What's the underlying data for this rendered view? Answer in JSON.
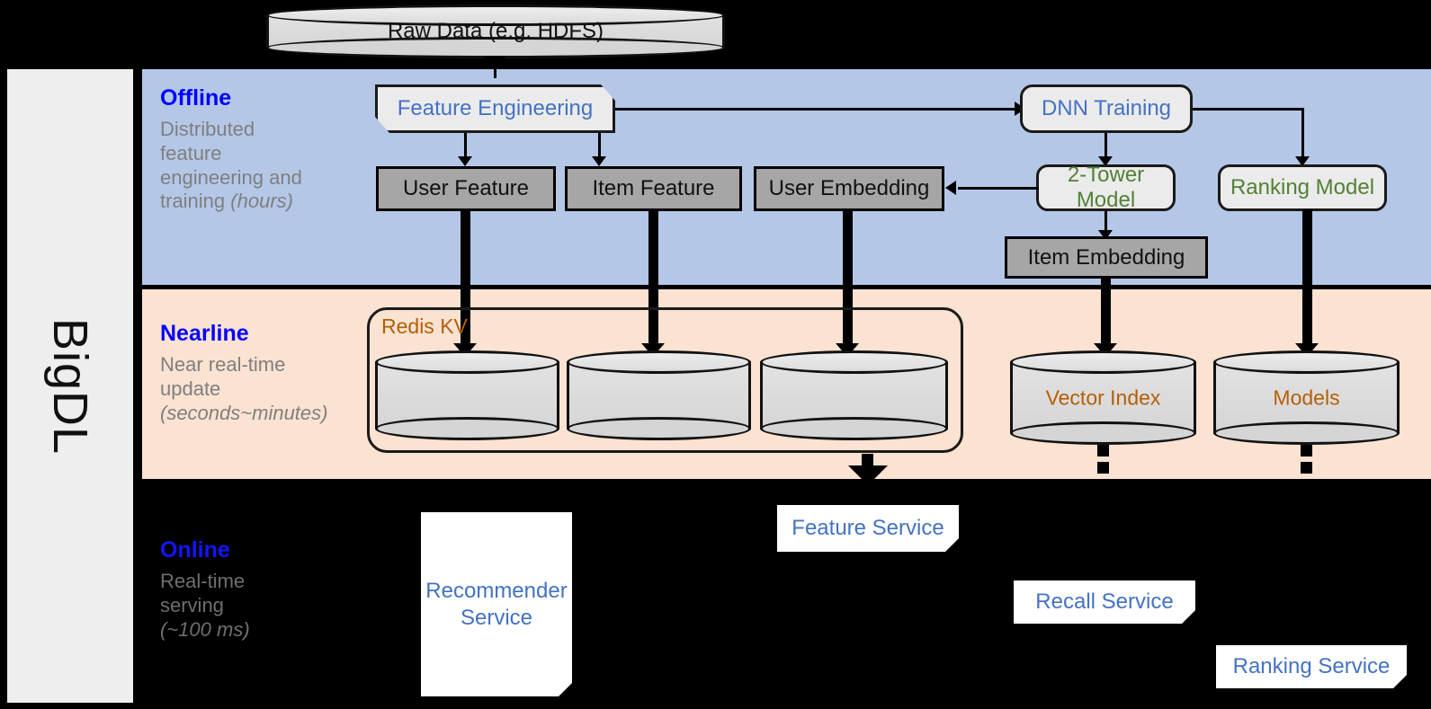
{
  "sidebar": {
    "label": "BigDL"
  },
  "bands": {
    "offline": {
      "title": "Offline",
      "desc_line1": "Distributed",
      "desc_line2": "feature",
      "desc_line3": "engineering and",
      "desc_line4": "training ",
      "desc_italic": "(hours)",
      "color": "#b4c7e7"
    },
    "nearline": {
      "title": "Nearline",
      "desc_line1": "Near real-time",
      "desc_line2": "update",
      "desc_italic": "(seconds~minutes)",
      "color": "#fbe2d1"
    },
    "online": {
      "title": "Online",
      "desc_line1": "Real-time",
      "desc_line2": "serving",
      "desc_italic": "(~100 ms)",
      "color": "#000000"
    }
  },
  "nodes": {
    "raw_data": "Raw Data (e.g. HDFS)",
    "feature_engineering": "Feature Engineering",
    "dnn_training": "DNN Training",
    "user_feature": "User Feature",
    "item_feature": "Item Feature",
    "user_embedding": "User Embedding",
    "two_tower_model": "2-Tower Model",
    "ranking_model": "Ranking Model",
    "item_embedding": "Item Embedding",
    "redis_kv": "Redis KV",
    "vector_index": "Vector Index",
    "models": "Models",
    "feature_service": "Feature Service",
    "recommender_service": "Recommender\nService",
    "recommender_service_l1": "Recommender",
    "recommender_service_l2": "Service",
    "recall_service": "Recall Service",
    "ranking_service": "Ranking Service"
  },
  "colors": {
    "offline_band": "#b4c7e7",
    "nearline_band": "#fbe2d1",
    "blue_title": "#0000ff",
    "blue_text": "#4472c4",
    "green_text": "#538135",
    "orange_text": "#b45f06",
    "grey_box": "#a6a6a6",
    "light_box": "#ebebeb",
    "grey_caption": "#7f7f7f",
    "sidebar": "#eeeeee"
  }
}
